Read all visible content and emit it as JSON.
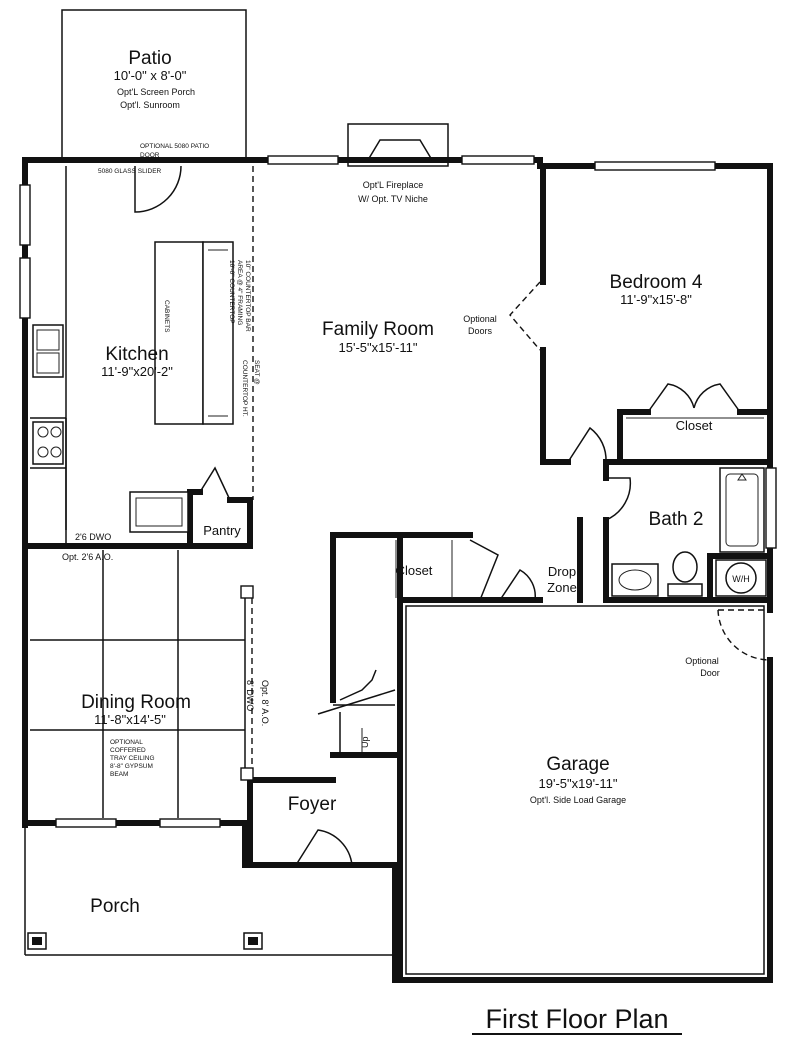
{
  "title": "First Floor Plan",
  "rooms": {
    "patio": {
      "name": "Patio",
      "dims": "10'-0\" x 8'-0\"",
      "note1": "Opt'L Screen Porch",
      "note2": "Opt'l. Sunroom"
    },
    "kitchen": {
      "name": "Kitchen",
      "dims": "11'-9\"x20'-2\""
    },
    "family_room": {
      "name": "Family Room",
      "dims": "15'-5\"x15'-11\""
    },
    "bedroom4": {
      "name": "Bedroom 4",
      "dims": "11'-9\"x15'-8\""
    },
    "closet_bed": {
      "name": "Closet"
    },
    "bath2": {
      "name": "Bath 2"
    },
    "closet_hall": {
      "name": "Closet"
    },
    "drop_zone": {
      "line1": "Drop",
      "line2": "Zone"
    },
    "wh": {
      "label": "W/H"
    },
    "pantry": {
      "name": "Pantry"
    },
    "dining_room": {
      "name": "Dining Room",
      "dims": "11'-8\"x14'-5\""
    },
    "garage": {
      "name": "Garage",
      "dims": "19'-5\"x19'-11\"",
      "note": "Opt'l. Side Load Garage"
    },
    "foyer": {
      "name": "Foyer"
    },
    "porch": {
      "name": "Porch"
    }
  },
  "notes": {
    "patio_door1": "OPTIONAL 5080 PATIO",
    "patio_door2": "DOOR",
    "glass_slider": "5080 GLASS SLIDER",
    "fireplace1": "Opt'L Fireplace",
    "fireplace2": "W/ Opt. TV Niche",
    "optional_doors1": "Optional",
    "optional_doors2": "Doors",
    "optional_door1": "Optional",
    "optional_door2": "Door",
    "dwo_kitchen": "2'6 DWO",
    "ao_kitchen": "Opt. 2'6 A.O.",
    "dwo_dining": "8' DWO",
    "ao_dining": "Opt. 8' A.O.",
    "counter1": "10\" COUNTERTOP BAR",
    "counter2": "AREA @ 4\" FRAMING",
    "counter3": "10'-0\" COUNTERTOP",
    "cabinets": "CABINETS",
    "counter_ht1": "SEAT @",
    "counter_ht2": "COUNTERTOP HT.",
    "tray1": "OPTIONAL",
    "tray2": "COFFERED",
    "tray3": "TRAY CEILING",
    "tray4": "8'-8\" GYPSUM",
    "tray5": "BEAM",
    "up": "Up"
  }
}
